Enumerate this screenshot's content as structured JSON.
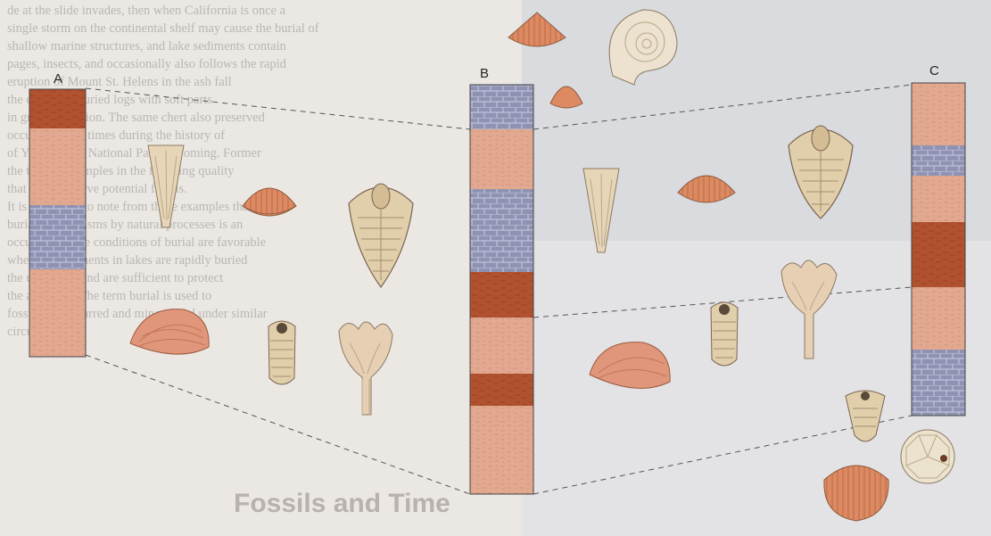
{
  "columns": [
    {
      "label": "A",
      "layers": [
        "mudstone",
        "sandstone",
        "limestone",
        "sandstone"
      ]
    },
    {
      "label": "B",
      "layers": [
        "limestone",
        "sandstone",
        "limestone",
        "mudstone",
        "sandstone",
        "mudstone",
        "sandstone"
      ]
    },
    {
      "label": "C",
      "layers": [
        "sandstone",
        "limestone",
        "sandstone",
        "mudstone",
        "sandstone",
        "limestone"
      ]
    }
  ],
  "page": {
    "text": "de at the slide invades, then when California is once a\nsingle storm on the continental shelf may cause the burial of\nshallow marine structures, and lake sediments contain\npages, insects, and occasionally also follows the rapid\neruption of Mount St. Helens in the ash fall\nthe chert and buried logs with soft parts\nin growth position. The same chert also preserved\noccurred many times during the history of\nof Yellowstone National Park, Wyoming. Former\nthe typical examples in the finishing quality\nthat may preserve potential fossils.\n   It is important to note from these examples that\nburial of organisms by natural processes is an\noccurrence. The conditions of burial are favorable\nwhen the sediments in lakes are rapidly buried\nthe uniformly and are sufficient to protect\nthe animals... The term burial is used to\nfossils has occurred and mineralized under similar\ncircumstances.",
    "heading": "Fossils and Time"
  },
  "colors": {
    "sandstone": "#e2a990",
    "mudstone": "#b0512f",
    "limestone": "#8f92b2",
    "shell": "#dd8a62",
    "trilobite": "#e1ceaa",
    "crinoid": "#e6cfb2",
    "outline": "#7a6550"
  }
}
